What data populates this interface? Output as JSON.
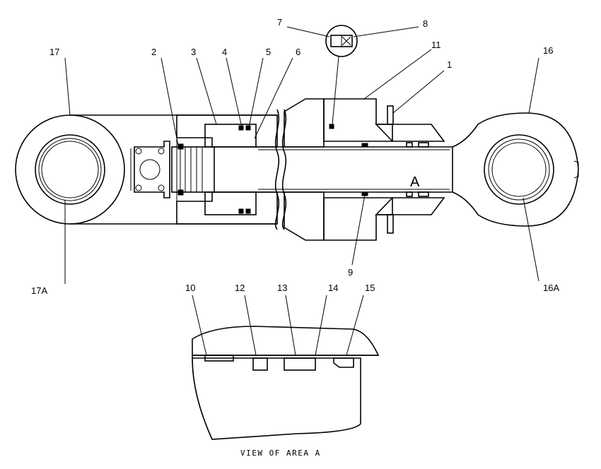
{
  "diagram": {
    "callouts": {
      "c1": "1",
      "c2": "2",
      "c3": "3",
      "c4": "4",
      "c5": "5",
      "c6": "6",
      "c7": "7",
      "c8": "8",
      "c9": "9",
      "c10": "10",
      "c11": "11",
      "c12": "12",
      "c13": "13",
      "c14": "14",
      "c15": "15",
      "c16": "16",
      "c16a": "16A",
      "c17": "17",
      "c17a": "17A"
    },
    "area_marker": "A",
    "detail_caption": "VIEW OF AREA A"
  }
}
